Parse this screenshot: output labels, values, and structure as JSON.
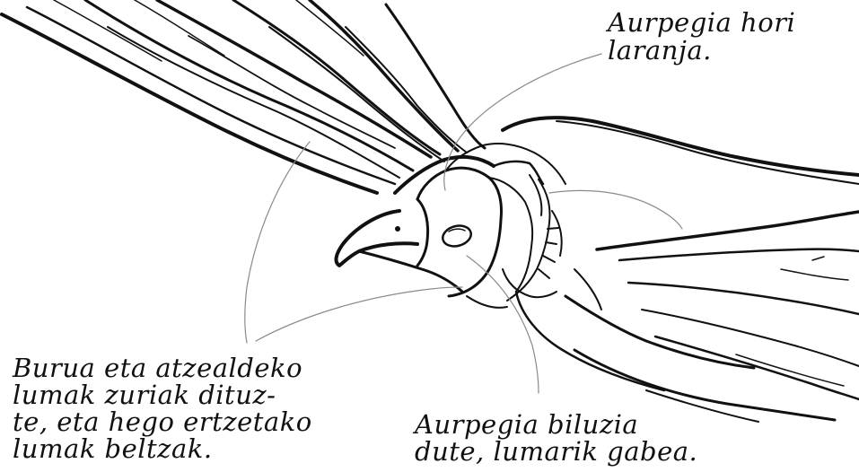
{
  "annotations": {
    "face_color": [
      "Aurpegia hori",
      "laranja."
    ],
    "head_feathers": [
      "Burua eta atzealdeko",
      "lumak zuriak dituz-",
      "te, eta hego ertzetako",
      "lumak beltzak."
    ],
    "bare_face": [
      "Aurpegia biluzia",
      "dute, lumarik gabea."
    ]
  },
  "colors": {
    "ink": "#111111",
    "leader_line": "#8a8a8a",
    "background": "#ffffff"
  },
  "illustration": "bird-of-prey-line-drawing"
}
